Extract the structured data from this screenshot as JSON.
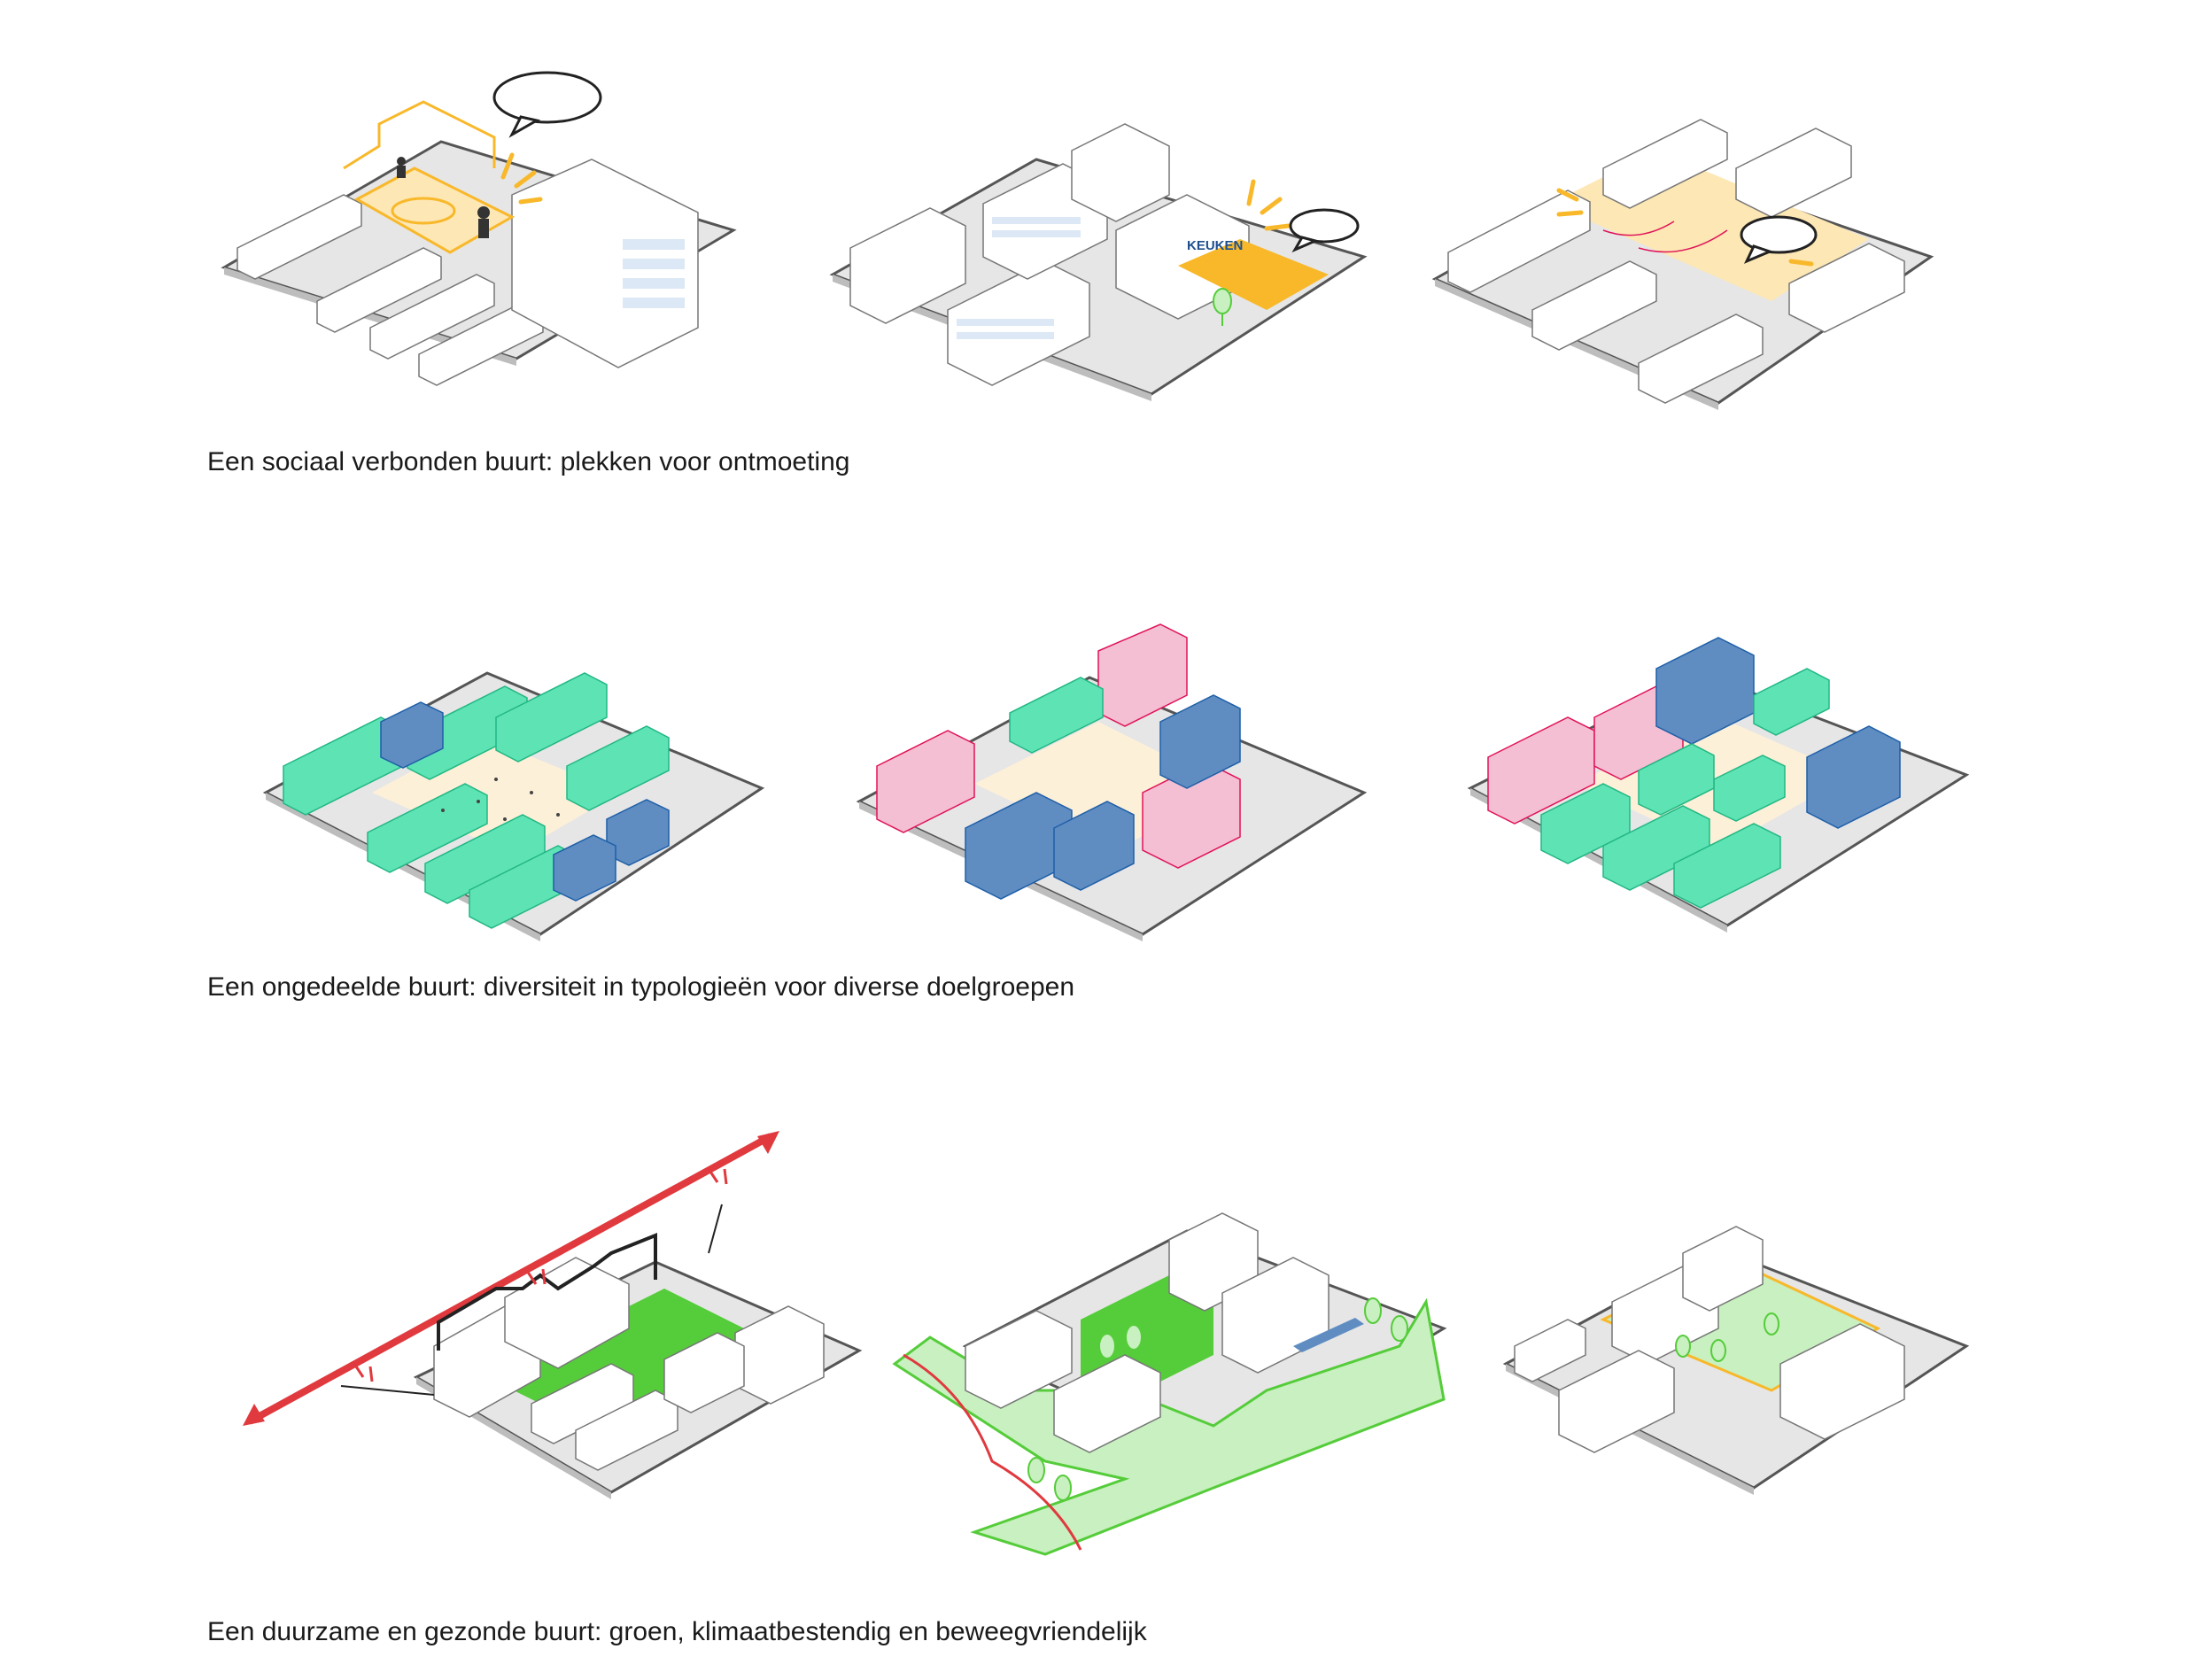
{
  "rows": [
    {
      "caption": "Een sociaal verbonden buurt: plekken voor ontmoeting",
      "theme": "social"
    },
    {
      "caption": "Een ongedeelde buurt: diversiteit in  typologieën voor diverse doelgroepen",
      "theme": "diversity"
    },
    {
      "caption": "Een duurzame en gezonde buurt: groen, klimaatbestendig en beweegvriendelijk",
      "theme": "green"
    }
  ],
  "labels": {
    "kitchen_sign": "KEUKEN"
  },
  "colors": {
    "plinth": "#e6e6e6",
    "plinth_edge": "#555555",
    "building_top": "#ffffff",
    "building_side": "#ffffff",
    "window_blue": "#dce8f5",
    "highlight_yellow": "#f8b82a",
    "highlight_yellow_light": "#fde7b4",
    "courtyard_cream": "#fdf0d8",
    "mint": "#5ee3b5",
    "mint_dark": "#22b784",
    "blue": "#5f8dc2",
    "blue_dark": "#1f5fa8",
    "pink": "#f4bfd3",
    "pink_dark": "#e0145a",
    "green": "#55cc3a",
    "green_light": "#c8f0c0",
    "red_arrow": "#e0393e"
  },
  "icons": [
    "speech-bubble-icon",
    "sun-burst-icon",
    "tree-icon",
    "person-icon",
    "arrow-icon",
    "noise-icon"
  ]
}
